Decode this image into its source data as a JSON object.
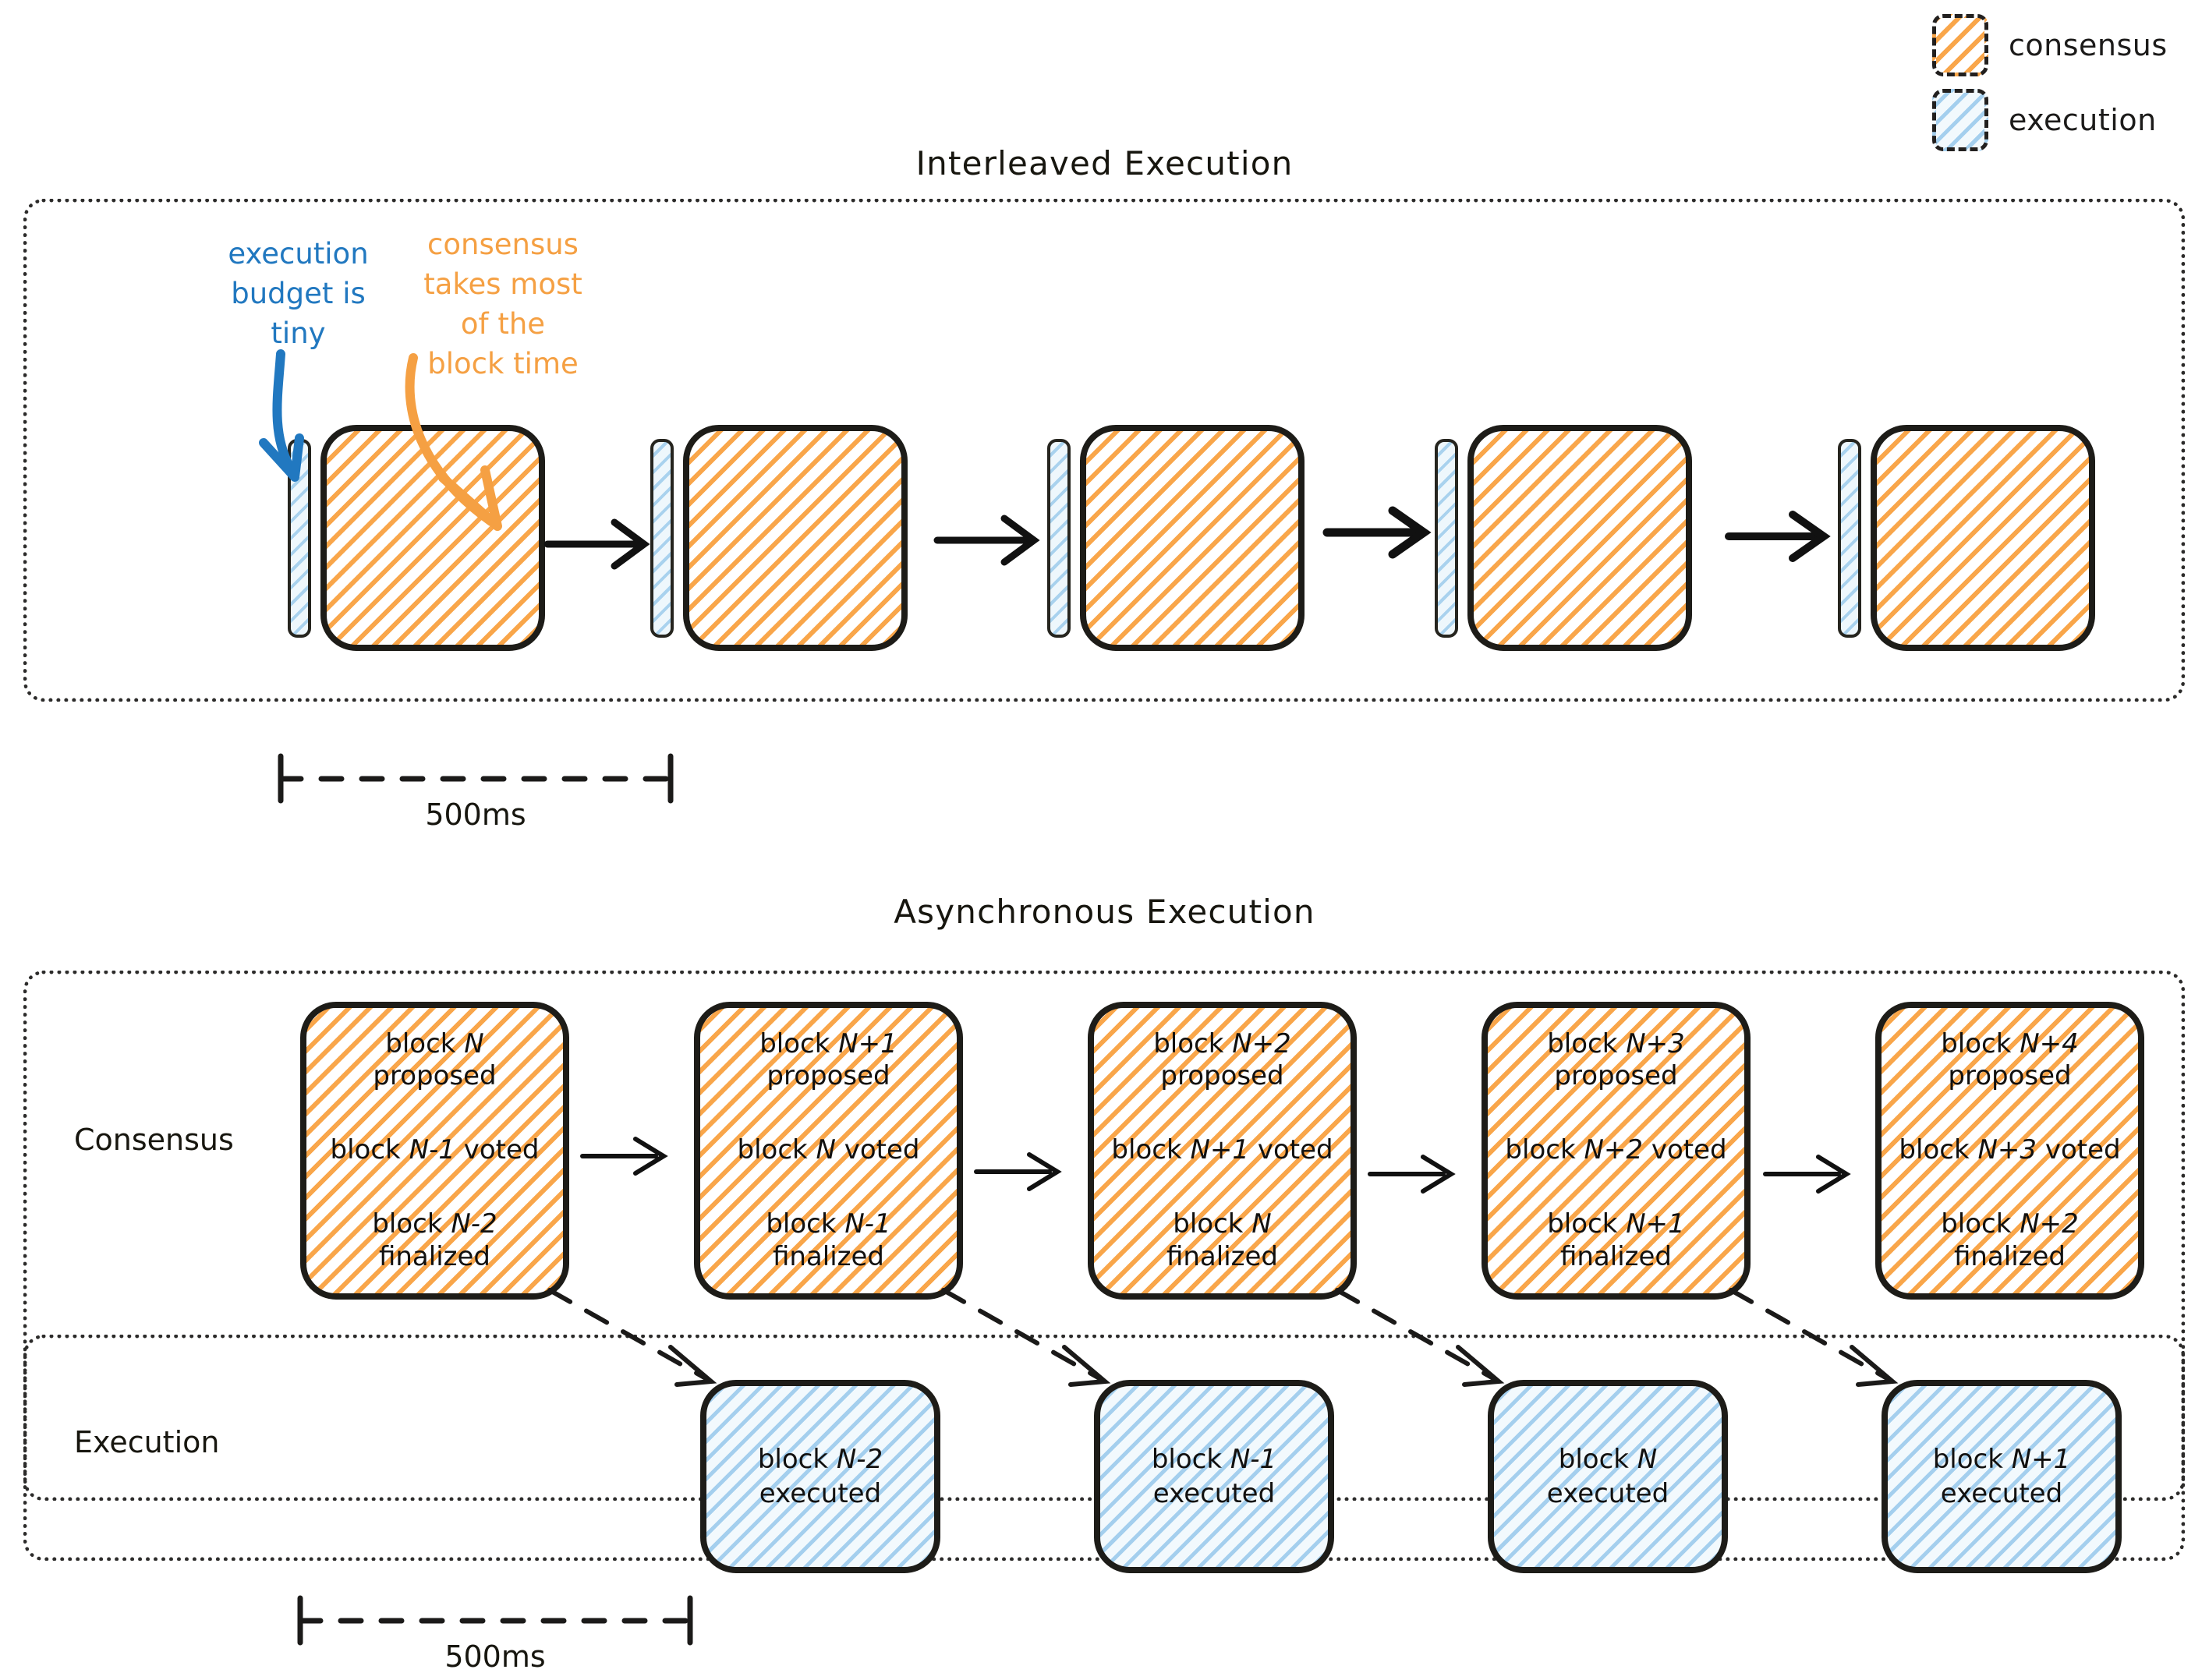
{
  "legend": {
    "items": [
      {
        "label": "consensus",
        "color": "#f9a64a",
        "icon": "hatched-square-orange-icon"
      },
      {
        "label": "execution",
        "color": "#a4cfee",
        "icon": "hatched-square-blue-icon"
      }
    ]
  },
  "sections": [
    {
      "id": "interleaved",
      "title": "Interleaved Execution",
      "annotations": [
        {
          "id": "execution-budget",
          "text": "execution budget is tiny",
          "color": "#2178c0"
        },
        {
          "id": "consensus-share",
          "text": "consensus takes most of the block time",
          "color": "#f5a043"
        }
      ],
      "slots": 5,
      "measure": {
        "label": "500ms"
      }
    },
    {
      "id": "asynchronous",
      "title": "Asynchronous Execution",
      "row_labels": {
        "consensus": "Consensus",
        "execution": "Execution"
      },
      "measure": {
        "label": "500ms"
      }
    }
  ],
  "chart_data": {
    "type": "diagram",
    "title": "Interleaved vs Asynchronous Execution",
    "interleaved": {
      "title": "Interleaved Execution",
      "slot_duration": "500ms",
      "slots": [
        {
          "execution": "tiny",
          "consensus": "most of block time"
        },
        {
          "execution": "tiny",
          "consensus": "most of block time"
        },
        {
          "execution": "tiny",
          "consensus": "most of block time"
        },
        {
          "execution": "tiny",
          "consensus": "most of block time"
        },
        {
          "execution": "tiny",
          "consensus": "most of block time"
        }
      ]
    },
    "asynchronous": {
      "title": "Asynchronous Execution",
      "slot_duration": "500ms",
      "consensus_blocks": [
        {
          "proposed": "block N",
          "voted": "block N-1",
          "finalized": "block N-2",
          "lines": [
            "block N proposed",
            "block N-1 voted",
            "block N-2 finalized"
          ]
        },
        {
          "proposed": "block N+1",
          "voted": "block N",
          "finalized": "block N-1",
          "lines": [
            "block N+1 proposed",
            "block N voted",
            "block N-1 finalized"
          ]
        },
        {
          "proposed": "block N+2",
          "voted": "block N+1",
          "finalized": "block N",
          "lines": [
            "block N+2 proposed",
            "block N+1 voted",
            "block N finalized"
          ]
        },
        {
          "proposed": "block N+3",
          "voted": "block N+2",
          "finalized": "block N+1",
          "lines": [
            "block N+3 proposed",
            "block N+2 voted",
            "block N+1 finalized"
          ]
        },
        {
          "proposed": "block N+4",
          "voted": "block N+3",
          "finalized": "block N+2",
          "lines": [
            "block N+4 proposed",
            "block N+3 voted",
            "block N+2 finalized"
          ]
        }
      ],
      "execution_blocks": [
        {
          "block": "block N-2",
          "state": "executed"
        },
        {
          "block": "block N-1",
          "state": "executed"
        },
        {
          "block": "block N",
          "state": "executed"
        },
        {
          "block": "block N+1",
          "state": "executed"
        }
      ]
    }
  },
  "consensus_blocks": [
    {
      "l1a": "block ",
      "l1i": "N",
      "l1b": "",
      "l2": "proposed",
      "v1a": "block ",
      "v1i": "N-1",
      "v1b": " voted",
      "f1a": "block ",
      "f1i": "N-2",
      "f2": "finalized"
    },
    {
      "l1a": "block ",
      "l1i": "N+1",
      "l1b": "",
      "l2": "proposed",
      "v1a": "block ",
      "v1i": "N",
      "v1b": " voted",
      "f1a": "block ",
      "f1i": "N-1",
      "f2": "finalized"
    },
    {
      "l1a": "block ",
      "l1i": "N+2",
      "l1b": "",
      "l2": "proposed",
      "v1a": "block ",
      "v1i": "N+1",
      "v1b": " voted",
      "f1a": "block ",
      "f1i": "N",
      "f2": "finalized"
    },
    {
      "l1a": "block ",
      "l1i": "N+3",
      "l1b": "",
      "l2": "proposed",
      "v1a": "block ",
      "v1i": "N+2",
      "v1b": " voted",
      "f1a": "block ",
      "f1i": "N+1",
      "f2": "finalized"
    },
    {
      "l1a": "block ",
      "l1i": "N+4",
      "l1b": "",
      "l2": "proposed",
      "v1a": "block ",
      "v1i": "N+3",
      "v1b": " voted",
      "f1a": "block ",
      "f1i": "N+2",
      "f2": "finalized"
    }
  ],
  "execution_blocks": [
    {
      "pre": "block ",
      "idx": "N-2",
      "state": "executed"
    },
    {
      "pre": "block ",
      "idx": "N-1",
      "state": "executed"
    },
    {
      "pre": "block ",
      "idx": "N",
      "state": "executed"
    },
    {
      "pre": "block ",
      "idx": "N+1",
      "state": "executed"
    }
  ],
  "annotations": {
    "execution_budget": {
      "l1": "execution",
      "l2": "budget is",
      "l3": "tiny"
    },
    "consensus_share": {
      "l1": "consensus",
      "l2": "takes most",
      "l3": "of the",
      "l4": "block time"
    }
  },
  "titles": {
    "interleaved": "Interleaved Execution",
    "asynchronous": "Asynchronous Execution"
  },
  "row_labels": {
    "consensus": "Consensus",
    "execution": "Execution"
  },
  "measures": {
    "top": "500ms",
    "bottom": "500ms"
  }
}
